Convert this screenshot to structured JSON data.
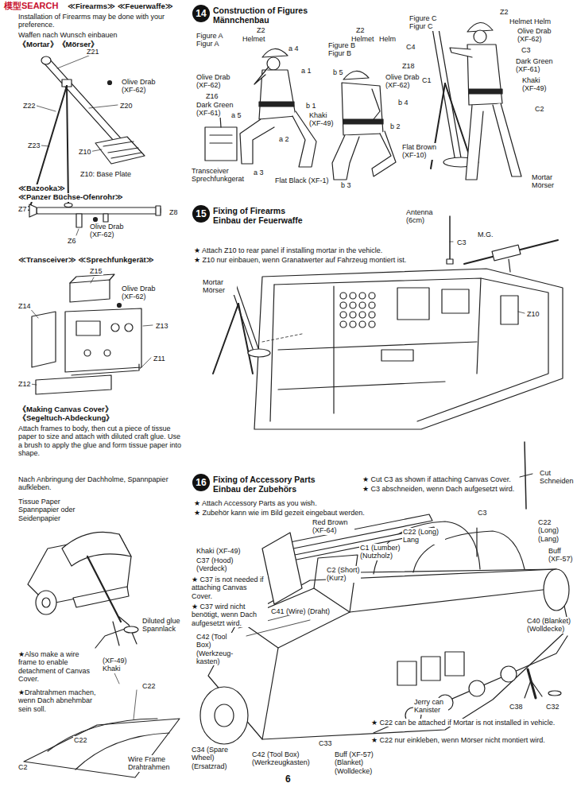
{
  "diagram": {
    "nodes": [
      {
        "text": [
          "14",
          "Construction of Figures",
          "Männchenbau"
        ]
      },
      {
        "text": [
          "15",
          "Fixing of Firearms",
          "Einbau der Feuerwaffe"
        ]
      },
      {
        "text": [
          "16",
          "Fixing of Accessory Parts",
          "Einbau der Zubehörs"
        ]
      }
    ],
    "labels": [
      "模型SEARCH",
      "≪Firearms≫ ≪Feuerwaffe≫",
      "Installation of Firearms may be done with your preference.",
      "Waffen nach Wunsch einbauen",
      "《Mortar》《Mörser》",
      "Z21",
      "Z22",
      "Olive Drab (XF-62)",
      "Z20",
      "Z23",
      "Z10",
      "Z10: Base Plate",
      "≪Bazooka≫",
      "≪Panzer Büchse-Ofenrohr≫",
      "Z7",
      "Z8",
      "Olive Drab (XF-62)",
      "Z6",
      "≪Transceiver≫ ≪Sprechfunkgerät≫",
      "Z15",
      "Z14",
      "Olive Drab (XF-62)",
      "Z13",
      "Z11",
      "Z12",
      "《Making Canvas Cover》",
      "《Segeltuch-Abdeckung》",
      "Attach frames to body, then cut a piece of tissue paper to size and attach with diluted craft glue. Use a brush to apply the glue and form tissue paper into shape.",
      "Nach Anbringung der Dachholme, Spannpapier aufkleben.",
      "Tissue Paper Spannpapier oder Seidenpapier",
      "Diluted glue Spannlack",
      "★Also make a wire frame to enable detachment of Canvas Cover.",
      "★Drahtrahmen machen, wenn Dach abnehmbar sein soll.",
      "(XF-49) Khaki",
      "C22",
      "C22",
      "C2",
      "Wire Frame Drahtrahmen",
      "Figure A Figur A",
      "Z2",
      "Helmet",
      "a 4",
      "Olive Drab (XF-62)",
      "a 1",
      "Z16",
      "Dark Green (XF-61)",
      "a 5",
      "b 1",
      "Khaki (XF-49)",
      "a 2",
      "Transceiver Sprechfunkgerat",
      "a 3",
      "Flat Black (XF-1)",
      "Figure B Figur B",
      "b 5",
      "Z2",
      "Helmet",
      "Helm",
      "Olive Drab (XF-62)",
      "b 4",
      "b 2",
      "Flat Brown (XF-10)",
      "b 3",
      "Figure C Figur C",
      "C4",
      "Z18",
      "C1",
      "Z2",
      "Helmet Helm",
      "Olive Drab (XF-62)",
      "C3",
      "Dark Green (XF-61)",
      "Khaki (XF-49)",
      "C2",
      "Mortar Mörser",
      "★ Attach Z10 to rear panel if installing mortar in the vehicle.",
      "★ Z10 nur einbauen, wenn Granatwerter auf Fahrzeug montiert ist.",
      "Antenna (6cm)",
      "C3",
      "M.G.",
      "Mortar Mörser",
      "Z10",
      "★ Attach Accessory Parts as you wish.",
      "★ Zubehör kann wie im Bild gezeit eingebaut werden.",
      "★ Cut C3 as shown if attaching Canvas Cover.",
      "★ C3 abschneiden, wenn Dach aufgesetzt wird.",
      "Cut Schneiden",
      "C3",
      "C22 (Long) (Lang)",
      "Red Brown (XF-64)",
      "Khaki (XF-49)",
      "C37 (Hood) (Verdeck)",
      "★ C37 is not needed if attaching Canvas Cover.",
      "★ C37 wird nicht benötigt, wenn Dach aufgesetzt wird.",
      "C1 (Lumber) (Nutzholz)",
      "C2 (Short) (Kurz)",
      "C22 (Long) Lang",
      "Buff (XF-57)",
      "C40 (Blanket) (Wolldecke)",
      "C38",
      "C32",
      "C41 (Wire) (Draht)",
      "C42 (Tool Box) (Werkzeug-kasten)",
      "Jerry can Kanister",
      "★ C22 can be attached if Mortar is not installed in vehicle.",
      "★ C22 nur einkleben, wenn Mörser nicht montiert wird.",
      "C33",
      "Buff (XF-57) (Blanket) (Wolldecke)",
      "C34 (Spare Wheel) (Ersatzrad)",
      "C42 (Tool Box) (Werkzeugkasten)",
      "6"
    ]
  }
}
